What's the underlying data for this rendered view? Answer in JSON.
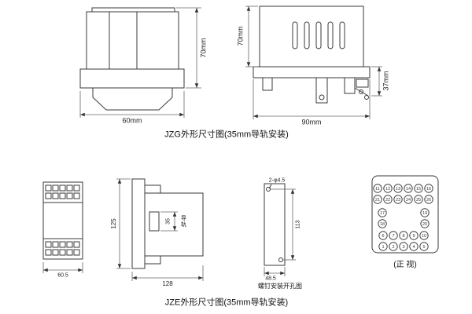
{
  "page": {
    "background": "#ffffff",
    "line_color": "#444444"
  },
  "jzg": {
    "caption": "JZG外形尺寸图(35mm导轨安装)",
    "front": {
      "height": "70mm",
      "width": "60mm"
    },
    "side": {
      "height": "70mm",
      "width": "90mm",
      "rail_height": "37mm"
    }
  },
  "jze": {
    "caption": "JZE外形尺寸图(35mm导轨安装)",
    "front": {
      "width": "60.5"
    },
    "side": {
      "height": "125",
      "rail": "35",
      "rail_label": "导轨",
      "depth": "128"
    },
    "drill": {
      "caption": "螺钉安装开孔图",
      "holes": "2-φ4.5",
      "height": "113",
      "width": "48.5"
    },
    "terminals": {
      "label": "(正 视)",
      "row_top1": [
        "11",
        "12",
        "13",
        "14",
        "15",
        "16"
      ],
      "row_top2": [
        "21",
        "22",
        "23",
        "24",
        "25",
        "26"
      ],
      "col_left": [
        "17",
        "18"
      ],
      "col_right": [
        "19",
        "20"
      ],
      "row_bottom1": [
        "6",
        "7",
        "8",
        "9",
        "10"
      ],
      "row_bottom2": [
        "1",
        "2",
        "3",
        "4",
        "5"
      ]
    }
  }
}
